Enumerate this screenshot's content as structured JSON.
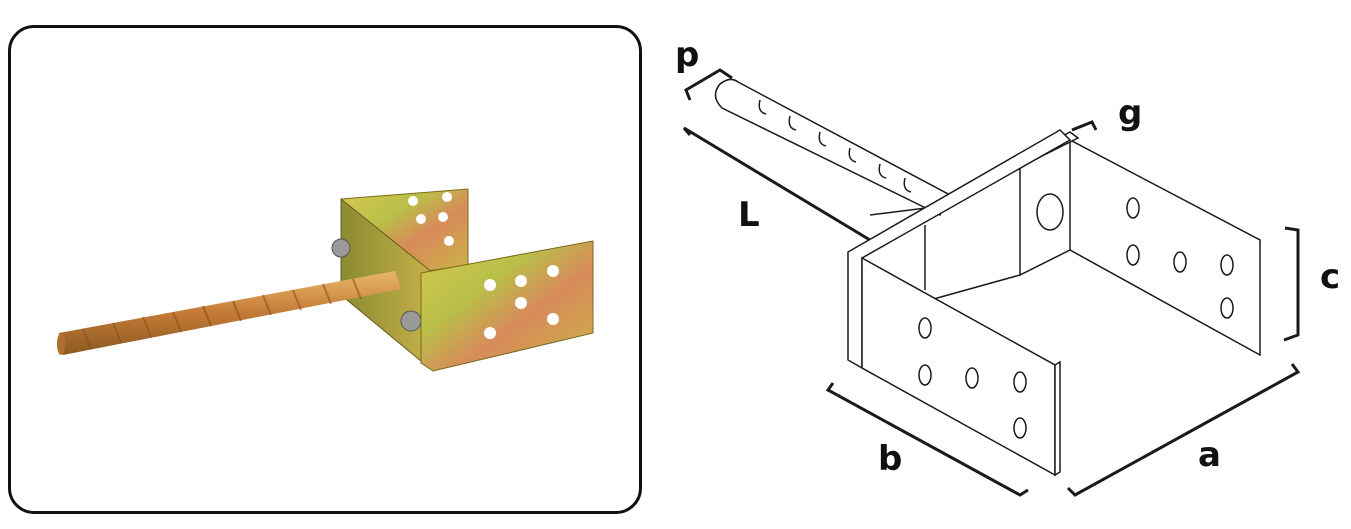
{
  "diagram": {
    "labels": {
      "p": "p",
      "g": "g",
      "L": "L",
      "c": "c",
      "b": "b",
      "a": "a"
    }
  },
  "colors": {
    "frame": "#111111",
    "rebar": "#c98a3e",
    "bracket": "#c8b740",
    "line": "#1a1a1a"
  }
}
